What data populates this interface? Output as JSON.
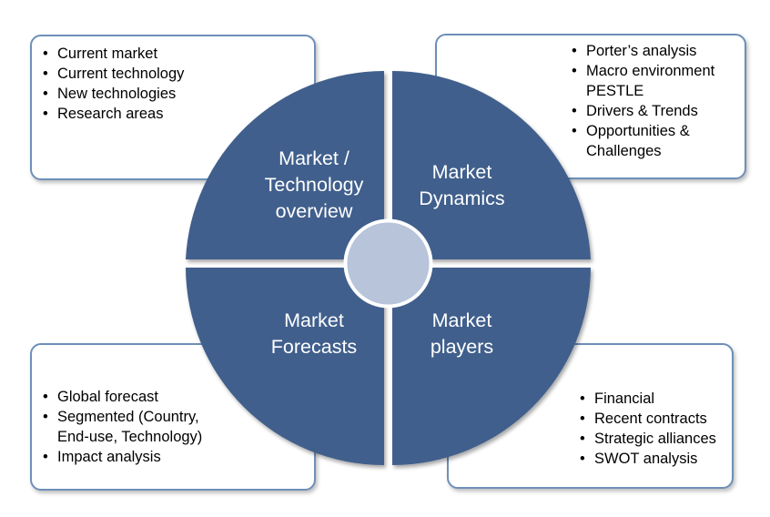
{
  "colors": {
    "quadrant": "#3f5f8c",
    "center": "#b7c4d9",
    "box_border": "#6d8fb8"
  },
  "quadrants": {
    "top_left": {
      "lines": [
        "Market /",
        "Technology",
        "overview"
      ]
    },
    "top_right": {
      "lines": [
        "Market",
        "Dynamics"
      ]
    },
    "bottom_left": {
      "lines": [
        "Market",
        "Forecasts"
      ]
    },
    "bottom_right": {
      "lines": [
        "Market",
        "players"
      ]
    }
  },
  "boxes": {
    "top_left": {
      "items": [
        "Current market",
        "Current technology",
        "New technologies",
        "Research areas"
      ]
    },
    "top_right": {
      "items": [
        "Porter’s analysis",
        "Macro environment",
        "PESTLE",
        "Drivers & Trends",
        "Opportunities &",
        "Challenges"
      ]
    },
    "bottom_left": {
      "items": [
        "Global forecast",
        "Segmented (Country,",
        "End-use, Technology)",
        "Impact analysis"
      ]
    },
    "bottom_right": {
      "items": [
        "Financial",
        "Recent contracts",
        "Strategic alliances",
        "SWOT analysis"
      ]
    }
  }
}
